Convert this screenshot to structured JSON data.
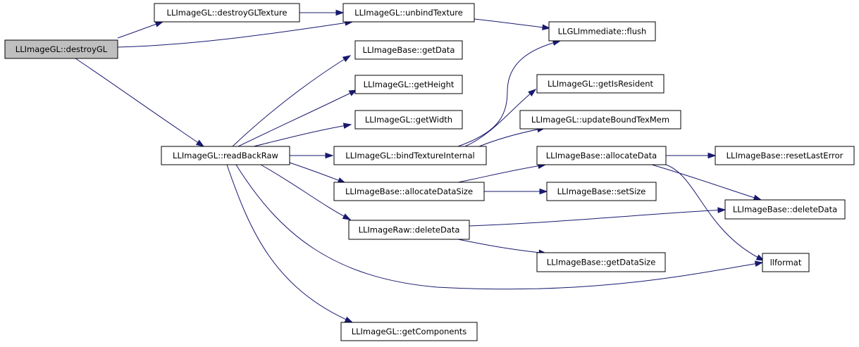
{
  "graph": {
    "nodes": [
      {
        "id": "destroyGL",
        "label": "LLImageGL::destroyGL",
        "root": true
      },
      {
        "id": "destroyGLTexture",
        "label": "LLImageGL::destroyGLTexture"
      },
      {
        "id": "unbindTexture",
        "label": "LLImageGL::unbindTexture"
      },
      {
        "id": "flush",
        "label": "LLGLImmediate::flush"
      },
      {
        "id": "getData",
        "label": "LLImageBase::getData"
      },
      {
        "id": "getHeight",
        "label": "LLImageGL::getHeight"
      },
      {
        "id": "getIsResident",
        "label": "LLImageGL::getIsResident"
      },
      {
        "id": "getWidth",
        "label": "LLImageGL::getWidth"
      },
      {
        "id": "updateBoundTexMem",
        "label": "LLImageGL::updateBoundTexMem"
      },
      {
        "id": "readBackRaw",
        "label": "LLImageGL::readBackRaw"
      },
      {
        "id": "bindTextureInternal",
        "label": "LLImageGL::bindTextureInternal"
      },
      {
        "id": "allocateData",
        "label": "LLImageBase::allocateData"
      },
      {
        "id": "resetLastError",
        "label": "LLImageBase::resetLastError"
      },
      {
        "id": "allocateDataSize",
        "label": "LLImageBase::allocateDataSize"
      },
      {
        "id": "setSize",
        "label": "LLImageBase::setSize"
      },
      {
        "id": "deleteData",
        "label": "LLImageBase::deleteData"
      },
      {
        "id": "rawDeleteData",
        "label": "LLImageRaw::deleteData"
      },
      {
        "id": "getDataSize",
        "label": "LLImageBase::getDataSize"
      },
      {
        "id": "llformat",
        "label": "llformat"
      },
      {
        "id": "getComponents",
        "label": "LLImageGL::getComponents"
      }
    ],
    "edges": [
      {
        "from": "destroyGL",
        "to": "destroyGLTexture"
      },
      {
        "from": "destroyGL",
        "to": "unbindTexture"
      },
      {
        "from": "destroyGL",
        "to": "readBackRaw"
      },
      {
        "from": "destroyGLTexture",
        "to": "unbindTexture"
      },
      {
        "from": "unbindTexture",
        "to": "flush"
      },
      {
        "from": "readBackRaw",
        "to": "getData"
      },
      {
        "from": "readBackRaw",
        "to": "getHeight"
      },
      {
        "from": "readBackRaw",
        "to": "getWidth"
      },
      {
        "from": "readBackRaw",
        "to": "bindTextureInternal"
      },
      {
        "from": "readBackRaw",
        "to": "allocateDataSize"
      },
      {
        "from": "readBackRaw",
        "to": "rawDeleteData"
      },
      {
        "from": "readBackRaw",
        "to": "llformat"
      },
      {
        "from": "readBackRaw",
        "to": "getComponents"
      },
      {
        "from": "bindTextureInternal",
        "to": "flush"
      },
      {
        "from": "bindTextureInternal",
        "to": "getIsResident"
      },
      {
        "from": "bindTextureInternal",
        "to": "updateBoundTexMem"
      },
      {
        "from": "allocateDataSize",
        "to": "allocateData"
      },
      {
        "from": "allocateDataSize",
        "to": "setSize"
      },
      {
        "from": "allocateData",
        "to": "resetLastError"
      },
      {
        "from": "allocateData",
        "to": "deleteData"
      },
      {
        "from": "allocateData",
        "to": "llformat"
      },
      {
        "from": "rawDeleteData",
        "to": "deleteData"
      },
      {
        "from": "rawDeleteData",
        "to": "getDataSize"
      }
    ]
  }
}
